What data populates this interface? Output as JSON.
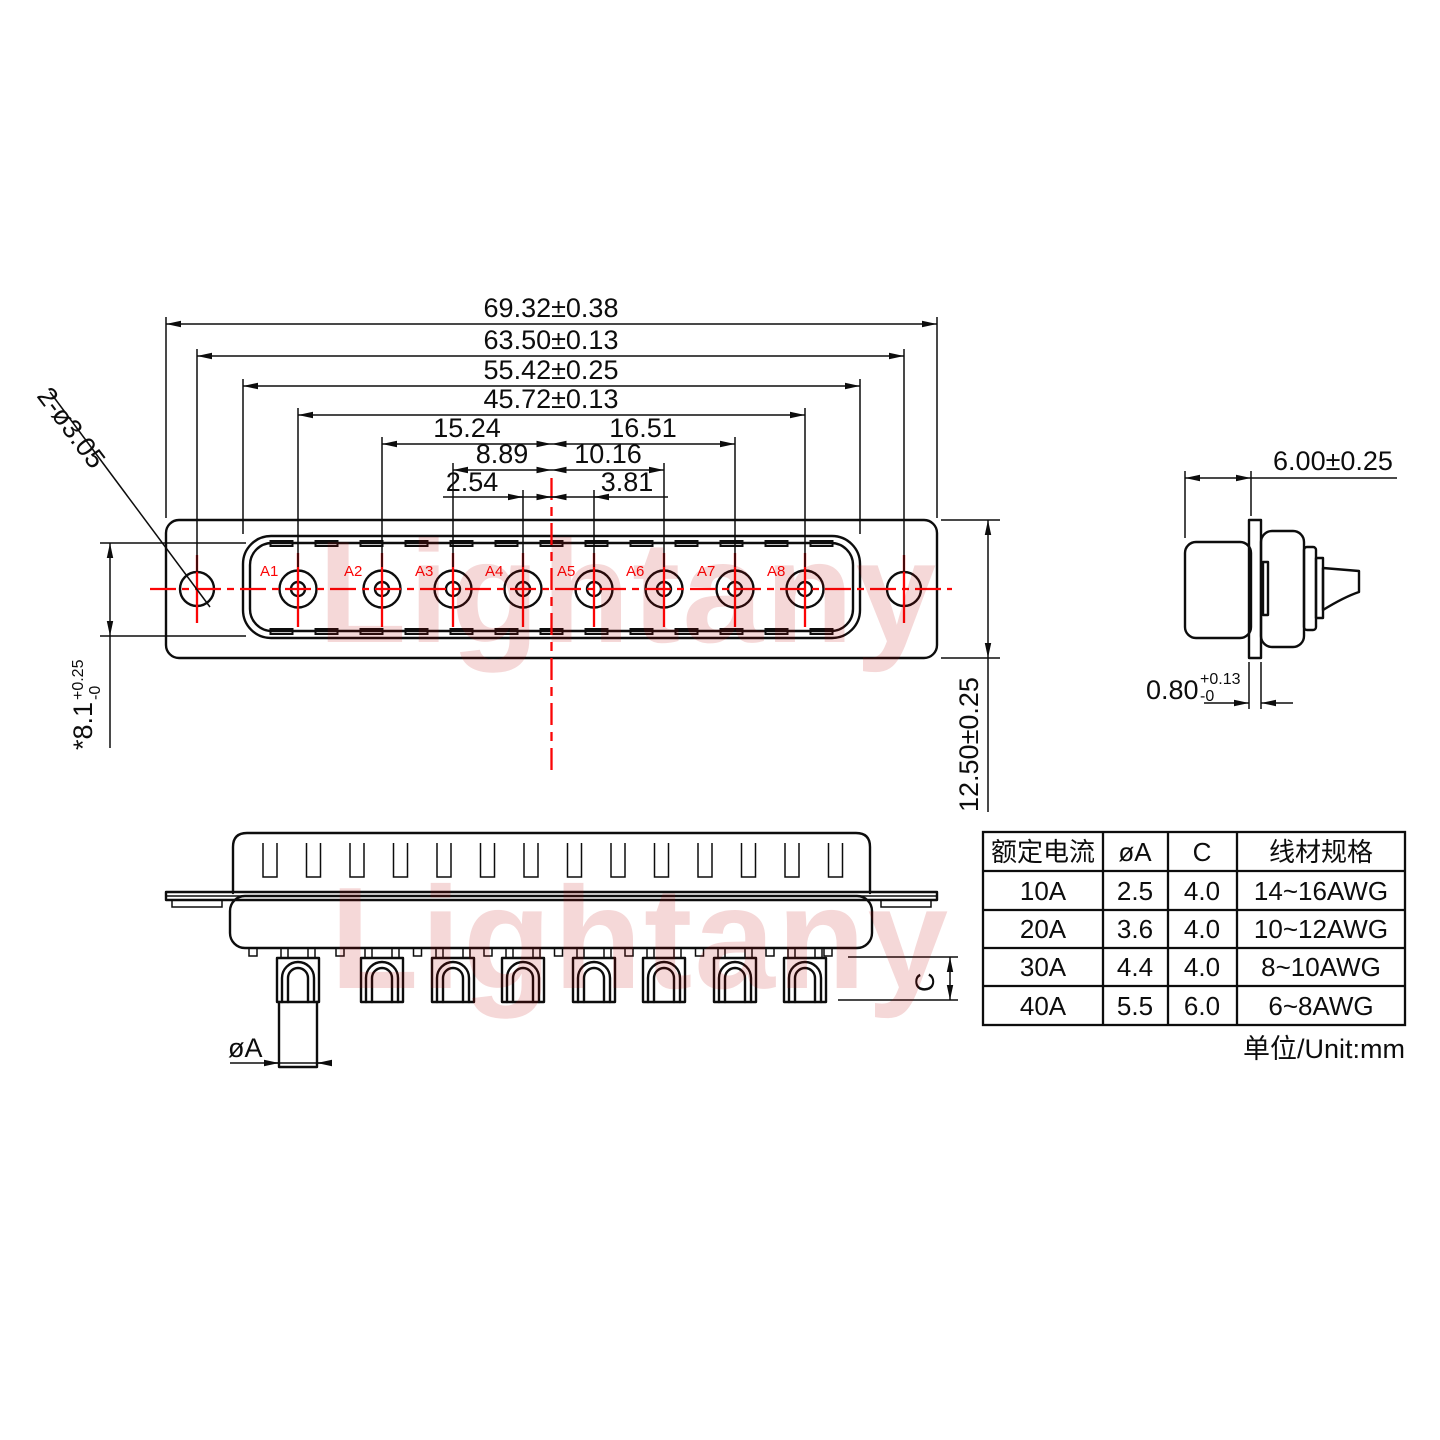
{
  "front_view": {
    "pin_labels": [
      "A1",
      "A2",
      "A3",
      "A4",
      "A5",
      "A6",
      "A7",
      "A8"
    ],
    "dims": {
      "overall_width": "69.32±0.38",
      "hole_spacing": "63.50±0.13",
      "shell_width": "55.42±0.25",
      "pin_span": "45.72±0.13",
      "a2_to_center": "15.24",
      "center_to_a7": "16.51",
      "a3_to_center": "8.89",
      "center_to_a6": "10.16",
      "a4_to_center": "2.54",
      "center_to_a5": "3.81",
      "flange_height": "12.50±0.25",
      "shell_opening_height": "*8.1",
      "shell_opening_tol_plus": "+0.25",
      "shell_opening_tol_minus": "-0",
      "mounting_holes": "2-ø3.05"
    }
  },
  "side_view": {
    "dims": {
      "front_depth": "6.00±0.25",
      "flange_thickness": "0.80",
      "flange_tol_plus": "+0.13",
      "flange_tol_minus": "-0"
    }
  },
  "bottom_view": {
    "dims": {
      "pin_diameter": "øA",
      "crimp_depth": "C"
    }
  },
  "spec_table": {
    "headers": [
      "额定电流",
      "øA",
      "C",
      "线材规格"
    ],
    "rows": [
      [
        "10A",
        "2.5",
        "4.0",
        "14~16AWG"
      ],
      [
        "20A",
        "3.6",
        "4.0",
        "10~12AWG"
      ],
      [
        "30A",
        "4.4",
        "4.0",
        "8~10AWG"
      ],
      [
        "40A",
        "5.5",
        "6.0",
        "6~8AWG"
      ]
    ],
    "unit_note": "单位/Unit:mm"
  },
  "watermark": {
    "text": "Lightany"
  },
  "colors": {
    "line": "#0d0d0d",
    "accent_red": "#fb0506",
    "watermark_pink": "#f6caca"
  }
}
